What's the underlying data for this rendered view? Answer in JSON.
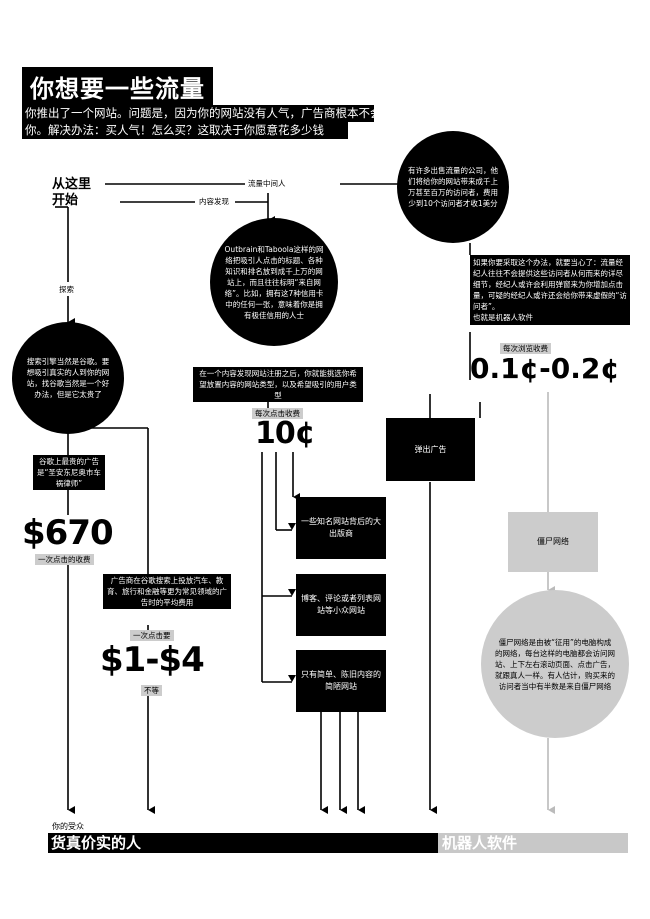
{
  "title": "你想要一些流量",
  "intro_lines": [
    "你推出了一个网站。问题是，因为你的网站没有人气，广告商根本不会搭理",
    "你。解决办法：买人气！怎么买？这取决于你愿意花多少钱"
  ],
  "start_label": "从这里\n开始",
  "branch_labels": {
    "middleman": "流量中间人",
    "content_discovery": "内容发现",
    "search": "探索"
  },
  "middleman_circle": "有许多出售流量的公司，他们将给你的网站带来成千上万甚至百万的访问者，费用少到10个访问者才收1美分",
  "middleman_note": "如果你要采取这个办法，就要当心了：流量经纪人往往不会提供这些访问者从何而来的详尽细节，经纪人或许会利用弹窗来为你增加点击量，可疑的经纪人或许还会给你带来虚假的“访问者”。\n也就是机器人软件",
  "middleman_price_caption": "每次浏览收费",
  "middleman_price": "0.1¢-0.2¢",
  "content_circle": "Outbrain和Taboola这样的网络把吸引人点击的标题、各种知识和排名放到成千上万的网站上，而且往往标明“来自网络”。比如，拥有这7种信用卡中的任何一张，意味着你是拥有极佳信用的人士",
  "content_note": "在一个内容发现网站注册之后，你就能挑选你希望放置内容的网站类型，以及希望吸引的用户类型",
  "content_price_caption": "每次点击收费",
  "content_price": "10¢",
  "search_circle": "搜索引擎当然是谷歌。要想吸引真实的人到你的网站，找谷歌当然是一个好办法，但是它太贵了",
  "search_note1": "谷歌上最贵的广告是“圣安东尼奥市车祸律师”",
  "search_price1": "$670",
  "search_caption1": "一次点击的收费",
  "search_note2": "广告商在谷歌搜索上投放汽车、教育、旅行和金融等更为常见领域的广告时的平均费用",
  "search_caption2_top": "一次点击要",
  "search_price2": "$1-$4",
  "search_caption2_bottom": "不等",
  "publisher_boxes": [
    "一些知名网站背后的大出版商",
    "博客、评论或者列表网站等小众网站",
    "只有简单、陈旧内容的简陋网站"
  ],
  "popup_box": "弹出广告",
  "zombie_box": "僵尸网络",
  "zombie_circle": "僵尸网络是由被“征用”的电脑构成的网络，每台这样的电脑都会访问网站、上下左右滚动页面、点击广告，就跟真人一样。有人估计，购买来的访问者当中有半数是来自僵尸网络",
  "audience_label": "你的受众",
  "audience_real": "货真价实的人",
  "audience_bot": "机器人软件"
}
